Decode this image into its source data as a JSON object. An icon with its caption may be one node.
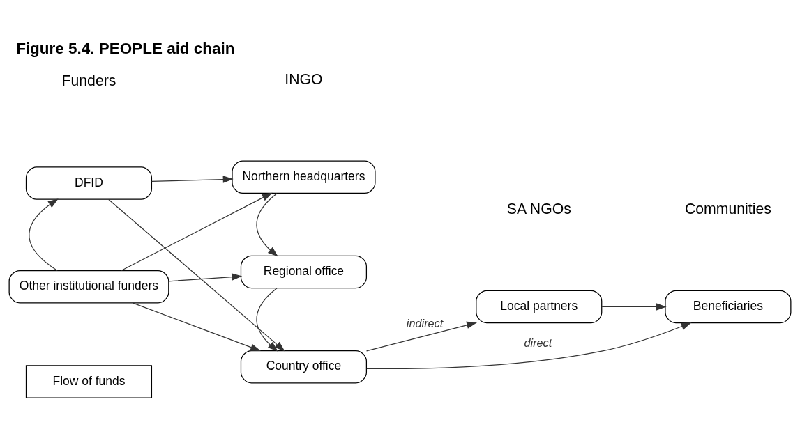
{
  "diagram": {
    "title": "Figure 5.4. PEOPLE aid chain",
    "nodes": [
      {
        "text": [
          "DFID"
        ]
      },
      {
        "text": [
          "Other institutional funders"
        ]
      },
      {
        "text": [
          "Northern headquarters"
        ]
      },
      {
        "text": [
          "Regional office"
        ]
      },
      {
        "text": [
          "Country office"
        ]
      },
      {
        "text": [
          "Local partners"
        ]
      },
      {
        "text": [
          "Beneficiaries"
        ]
      }
    ],
    "edges": [
      {
        "from": 1,
        "to": 0,
        "arrow": "to"
      },
      {
        "from": 0,
        "to": 2,
        "arrow": "to"
      },
      {
        "from": 0,
        "to": 4,
        "arrow": "to"
      },
      {
        "from": 1,
        "to": 2,
        "arrow": "to"
      },
      {
        "from": 1,
        "to": 3,
        "arrow": "to"
      },
      {
        "from": 1,
        "to": 4,
        "arrow": "to"
      },
      {
        "from": 2,
        "to": 3,
        "arrow": "to"
      },
      {
        "from": 3,
        "to": 4,
        "arrow": "to"
      },
      {
        "from": 4,
        "to": 5,
        "arrow": "to",
        "label": "indirect"
      },
      {
        "from": 5,
        "to": 6,
        "arrow": "to"
      },
      {
        "from": 4,
        "to": 6,
        "arrow": "to",
        "label": "direct"
      }
    ],
    "labels": [
      "Funders",
      "INGO",
      "SA NGOs",
      "Communities"
    ],
    "legend": [
      {
        "text": "Flow of funds"
      }
    ]
  }
}
